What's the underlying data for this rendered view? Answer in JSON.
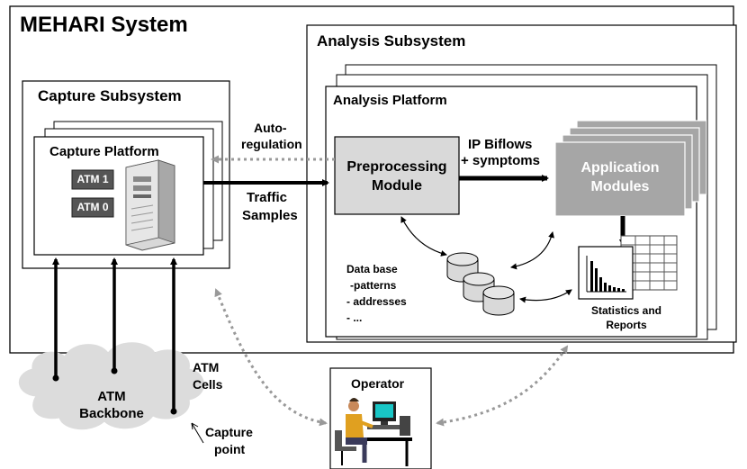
{
  "mehari": {
    "title": "MEHARI System"
  },
  "capture": {
    "subsystem_title": "Capture Subsystem",
    "platform_title": "Capture Platform",
    "atm_cards": [
      "ATM 1",
      "ATM 0"
    ]
  },
  "analysis": {
    "subsystem_title": "Analysis Subsystem",
    "platform_title": "Analysis Platform",
    "preprocessing": "Preprocessing Module",
    "application": "Application Modules",
    "database": [
      "Data base",
      "-patterns",
      "- addresses",
      "- ..."
    ],
    "statistics": "Statistics and Reports"
  },
  "flows": {
    "auto_regulation": [
      "Auto-",
      "regulation"
    ],
    "traffic_samples": [
      "Traffic",
      "Samples"
    ],
    "ip_biflows": [
      "IP Biflows",
      "+ symptoms"
    ]
  },
  "network": {
    "backbone": "ATM Backbone",
    "cells": [
      "ATM",
      "Cells"
    ],
    "capture_point": [
      "Capture",
      "point"
    ]
  },
  "operator": {
    "label": "Operator"
  },
  "colors": {
    "module_fill": "#d9d9d9",
    "app_module_fill": "#a6a6a6",
    "cloud_fill": "#dcdcdc",
    "dotted_arrow": "#999999"
  }
}
